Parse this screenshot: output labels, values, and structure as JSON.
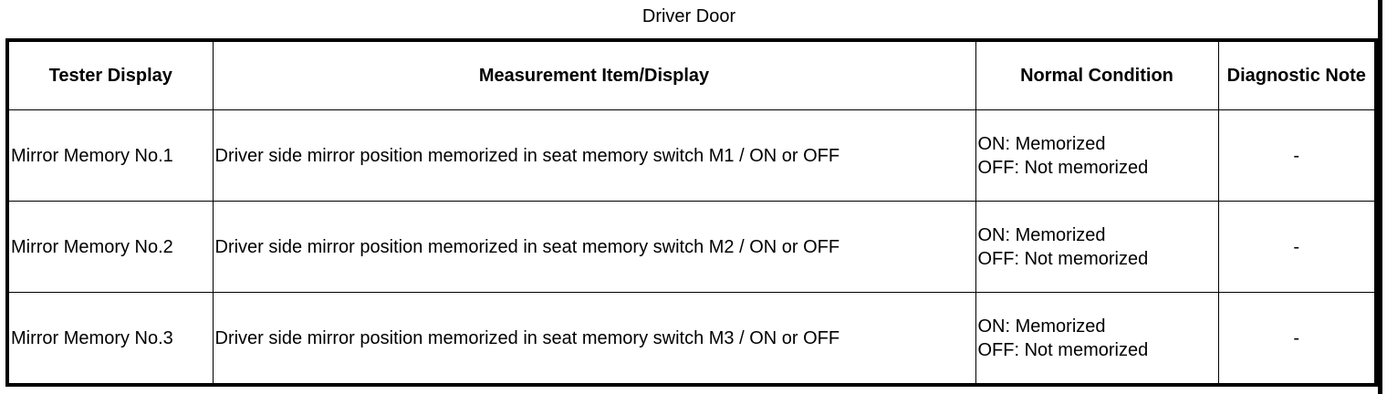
{
  "title": "Driver Door",
  "table": {
    "headers": [
      "Tester Display",
      "Measurement Item/Display",
      "Normal Condition",
      "Diagnostic Note"
    ],
    "rows": [
      {
        "tester_display": "Mirror Memory No.1",
        "measurement": "Driver side mirror position memorized in seat memory switch M1 / ON or OFF",
        "normal_on": "ON: Memorized",
        "normal_off": "OFF: Not memorized",
        "note": "-"
      },
      {
        "tester_display": "Mirror Memory No.2",
        "measurement": "Driver side mirror position memorized in seat memory switch M2 / ON or OFF",
        "normal_on": "ON: Memorized",
        "normal_off": "OFF: Not memorized",
        "note": "-"
      },
      {
        "tester_display": "Mirror Memory No.3",
        "measurement": "Driver side mirror position memorized in seat memory switch M3 / ON or OFF",
        "normal_on": "ON: Memorized",
        "normal_off": "OFF: Not memorized",
        "note": "-"
      }
    ]
  }
}
